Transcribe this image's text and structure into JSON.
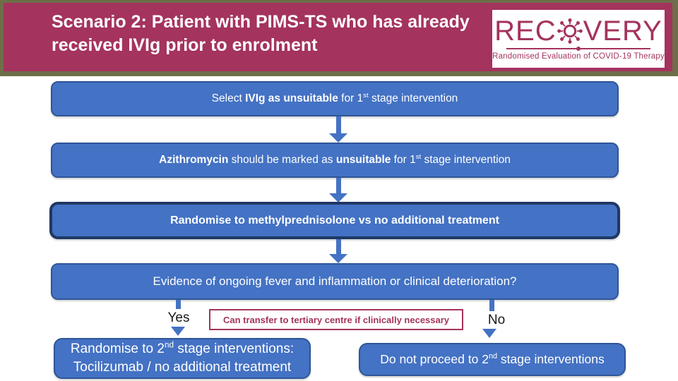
{
  "header": {
    "title": "Scenario 2: Patient with PIMS-TS who has already received IVIg prior to enrolment"
  },
  "logo": {
    "prefix": "REC",
    "suffix": "VERY",
    "virus_icon": "virus-icon",
    "tagline": "Randomised Evaluation of COVID-19 Therapy"
  },
  "flow": {
    "box_select_ivig": {
      "segments": [
        {
          "t": "Select  "
        },
        {
          "t": "IVIg as unsuitable",
          "b": true
        },
        {
          "t": " for 1"
        },
        {
          "t": "st",
          "sup": true
        },
        {
          "t": " stage intervention"
        }
      ]
    },
    "box_azithromycin": {
      "segments": [
        {
          "t": "Azithromycin",
          "b": true
        },
        {
          "t": " should be marked as "
        },
        {
          "t": "unsuitable",
          "b": true
        },
        {
          "t": " for 1"
        },
        {
          "t": "st",
          "sup": true
        },
        {
          "t": " stage intervention"
        }
      ]
    },
    "box_randomise": {
      "segments": [
        {
          "t": "Randomise to methylprednisolone vs no additional treatment",
          "b": true
        }
      ]
    },
    "box_evidence": {
      "segments": [
        {
          "t": "Evidence of ongoing fever and inflammation or clinical deterioration?"
        }
      ]
    },
    "yes_label": "Yes",
    "no_label": "No",
    "transfer_note": {
      "segments": [
        {
          "t": "Can transfer to tertiary centre if clinically necessary",
          "b": true
        }
      ]
    },
    "box_second_stage": {
      "line1_segments": [
        {
          "t": "Randomise to 2"
        },
        {
          "t": "nd",
          "sup": true
        },
        {
          "t": " stage interventions:"
        }
      ],
      "line2_segments": [
        {
          "t": "Tocilizumab / no additional treatment"
        }
      ]
    },
    "box_do_not_proceed": {
      "segments": [
        {
          "t": "Do not proceed to 2"
        },
        {
          "t": "nd",
          "sup": true
        },
        {
          "t": " stage interventions"
        }
      ]
    }
  },
  "colors": {
    "header_maroon": "#A4335E",
    "frame_olive": "#6E6E49",
    "box_blue": "#4472C4",
    "box_blue_border": "#2F5597",
    "highlight_border": "#1F3864",
    "text_white": "#FFFFFF",
    "label_black": "#1A1A1A"
  }
}
